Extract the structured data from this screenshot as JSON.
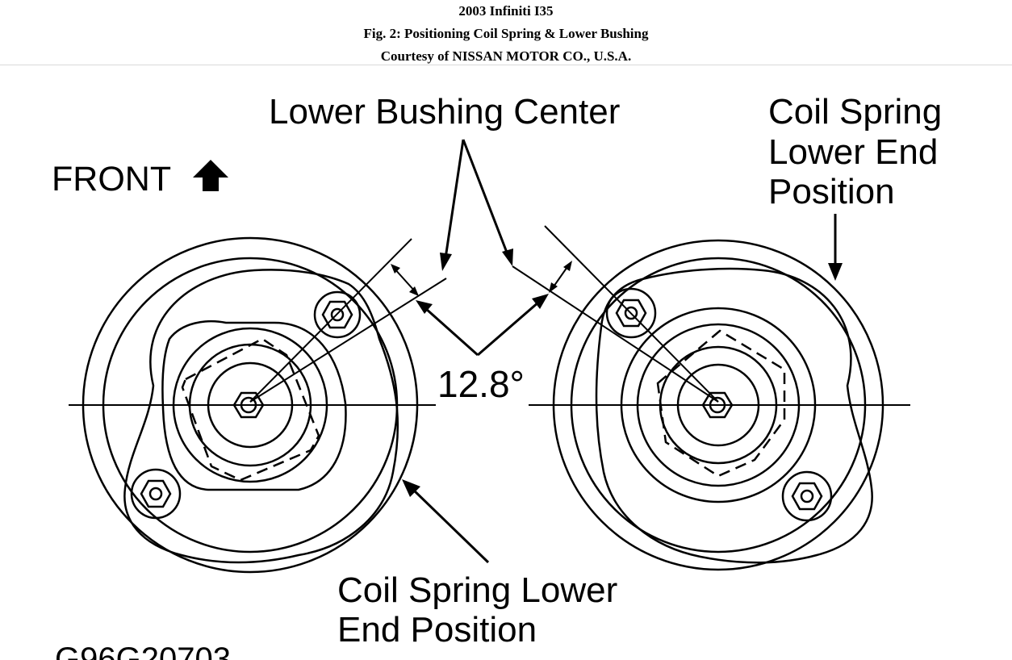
{
  "header": {
    "line1": "2003 Infiniti I35",
    "line2": "Fig. 2: Positioning Coil Spring & Lower Bushing",
    "line3": "Courtesy of NISSAN MOTOR CO., U.S.A."
  },
  "figure": {
    "front_label": "FRONT",
    "lower_bushing_center": "Lower Bushing Center",
    "coil_spring_right": [
      "Coil Spring",
      "Lower End",
      "Position"
    ],
    "coil_spring_bottom": [
      "Coil Spring Lower",
      "End Position"
    ],
    "angle": "12.8°",
    "code": "G96G20703"
  }
}
